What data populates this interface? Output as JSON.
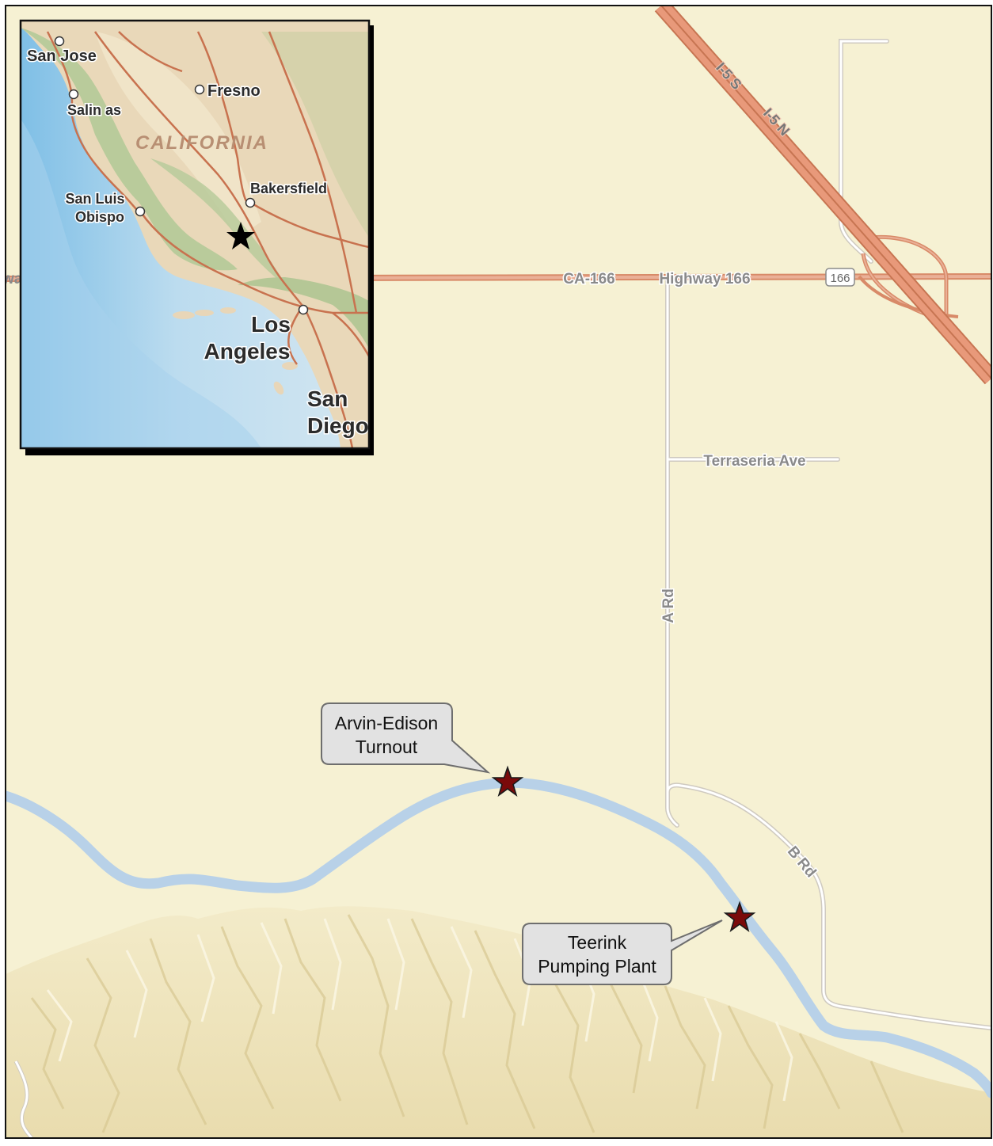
{
  "map": {
    "colors": {
      "land": "#f6f1d3",
      "canal": "#b9d3ea",
      "highway_fill": "#e6a07f",
      "highway_edge": "#cc7f5e",
      "local_road": "#ffffff",
      "local_road_edge": "#cfcac0",
      "marker_fill": "#7a0a0a",
      "callout_fill": "#e2e2e2",
      "callout_stroke": "#6e6e6e"
    },
    "roads": {
      "ca166_label": "CA-166",
      "highway166_label": "Highway 166",
      "shield_166": "166",
      "i5s_label": "I-5 S",
      "i5n_label": "I-5 N",
      "terraseria_label": "Terraseria Ave",
      "a_rd_label": "A Rd",
      "b_rd_label": "B Rd",
      "edge_fragment": "wa"
    },
    "callouts": {
      "arvin_line1": "Arvin-Edison",
      "arvin_line2": "Turnout",
      "teerink_line1": "Teerink",
      "teerink_line2": "Pumping Plant"
    },
    "markers": {
      "icon": "star-icon"
    }
  },
  "inset": {
    "colors": {
      "ocean": "#bcd9ee",
      "ocean_deep": "#8cc4e6",
      "land": "#e8d6b8",
      "vegetation": "#b6c998",
      "roads": "#c8724f",
      "marker": "#000000"
    },
    "state_label": "CALIFORNIA",
    "cities": {
      "san_jose": "San Jose",
      "fresno": "Fresno",
      "salinas": "Salin as",
      "bakersfield": "Bakersfield",
      "slo_line1": "San Luis",
      "slo_line2": "Obispo",
      "la_line1": "Los",
      "la_line2": "Angeles",
      "sd_line1": "San",
      "sd_line2": "Diego"
    }
  }
}
